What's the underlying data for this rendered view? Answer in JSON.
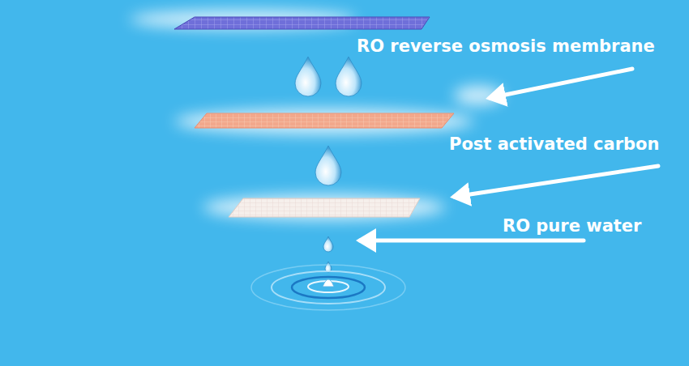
{
  "diagram": {
    "labels": [
      "RO reverse osmosis membrane",
      "Post activated carbon",
      "RO pure water"
    ]
  }
}
